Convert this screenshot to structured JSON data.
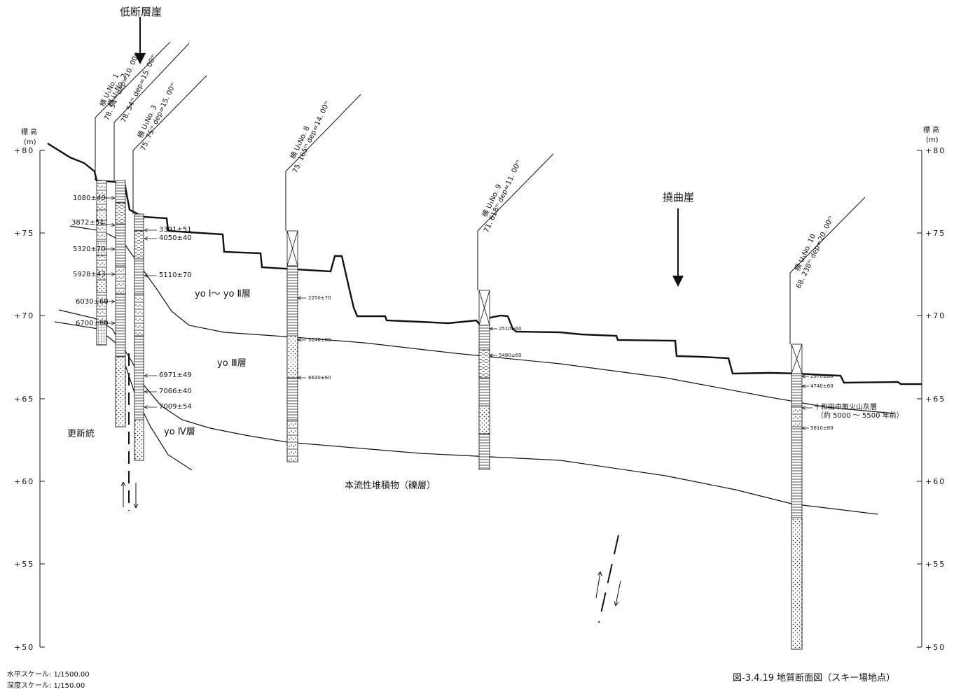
{
  "titles": {
    "fault_scarp": "低断層崖",
    "flexure_scarp": "撓曲崖",
    "figure_caption": "図-3.4.19 地質断面図（スキー場地点）"
  },
  "axis": {
    "label": "標 高",
    "unit": "(m)",
    "ticks": [
      "+80",
      "+75",
      "+70",
      "+65",
      "+60",
      "+55",
      "+50"
    ]
  },
  "scale": {
    "horizontal": "水平スケール:  1/1500.00",
    "vertical": "深度スケール:  1/150.00"
  },
  "layers": {
    "yo_1_2": "yo Ⅰ～ yo Ⅱ層",
    "yo_3": "yo Ⅲ層",
    "yo_4": "yo Ⅳ層",
    "pleistocene": "更新統",
    "gravel": "本流性堆積物（礫層）",
    "tephra_name": "十和田中掫火山灰層",
    "tephra_age": "（約 5000 ～ 5500 年前）"
  },
  "boreholes": {
    "no1": {
      "id": "U₁No. 1",
      "data": "78. 54ᵐ dep=10. 00ᵐ",
      "yoko": "横"
    },
    "no2": {
      "id": "U₁No. 2",
      "data": "78. 54ᵐ dep=15. 00ᵐ",
      "yoko": "横"
    },
    "no3": {
      "id": "U₁No. 3",
      "data": "75. 75ᵐ dep=15. 00ᵐ",
      "yoko": "横"
    },
    "no8": {
      "id": "U₁No. 8",
      "data": "75. 165ᵐ dep=14. 00ᵐ",
      "yoko": "横"
    },
    "no9": {
      "id": "U₁No. 9",
      "data": "71. 618ᵐ dep=11. 00ᵐ",
      "yoko": "横"
    },
    "no10": {
      "id": "U₁No. 10",
      "data": "68. 238ᵐ dep=20. 00ᵐ",
      "yoko": "横"
    }
  },
  "dates": {
    "d1080": "1080±40",
    "d3872": "3872±51",
    "d5320": "5320±70",
    "d5928": "5928±43",
    "d6030": "6030±60",
    "d6700": "6700±60",
    "d3391": "3391±51",
    "d4050": "4050±40",
    "d5110": "5110±70",
    "d6971": "6971±49",
    "d7066": "7066±40",
    "d7009": "7009±54",
    "d2250": "2250±70",
    "d5240": "5240±80",
    "d6630": "6630±60",
    "d2510": "2510±60",
    "d5480": "5480±60",
    "d2970": "2970±80",
    "d4740": "4740±60",
    "d5610": "5610±80"
  }
}
